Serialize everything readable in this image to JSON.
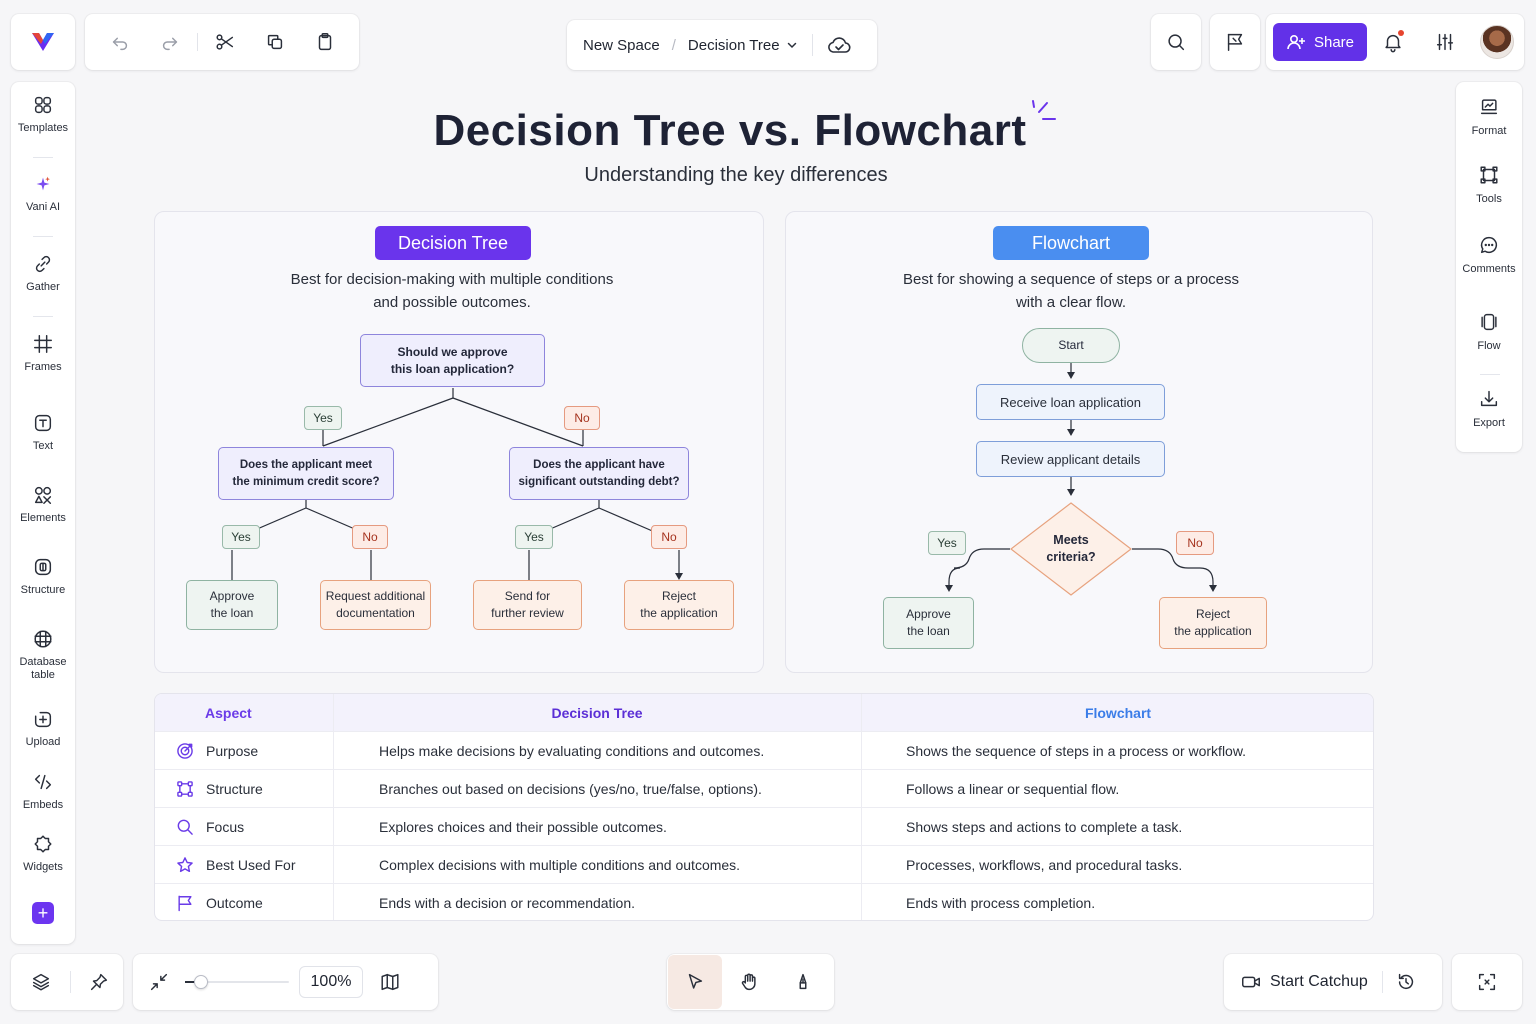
{
  "breadcrumb": {
    "space": "New Space",
    "separator": "/",
    "current": "Decision Tree"
  },
  "header": {
    "share_label": "Share"
  },
  "left_sidebar": [
    {
      "label": "Templates",
      "icon": "templates-icon"
    },
    {
      "label": "Vani AI",
      "icon": "sparkle-icon"
    },
    {
      "label": "Gather",
      "icon": "link-icon"
    },
    {
      "label": "Frames",
      "icon": "frame-icon"
    },
    {
      "label": "Text",
      "icon": "text-icon"
    },
    {
      "label": "Elements",
      "icon": "elements-icon"
    },
    {
      "label": "Structure",
      "icon": "structure-icon"
    },
    {
      "label": "Database\ntable",
      "icon": "database-table-icon"
    },
    {
      "label": "Upload",
      "icon": "upload-icon"
    },
    {
      "label": "Embeds",
      "icon": "embed-icon"
    },
    {
      "label": "Widgets",
      "icon": "widgets-icon"
    }
  ],
  "right_sidebar": [
    {
      "label": "Format",
      "icon": "format-icon"
    },
    {
      "label": "Tools",
      "icon": "tools-icon"
    },
    {
      "label": "Comments",
      "icon": "comment-icon"
    },
    {
      "label": "Flow",
      "icon": "flow-icon"
    },
    {
      "label": "Export",
      "icon": "export-icon"
    }
  ],
  "bottom_bar": {
    "zoom_value": "100%",
    "zoom_level": 0.1,
    "active_tool": "select",
    "catchup_label": "Start Catchup"
  },
  "canvas": {
    "title": "Decision Tree vs. Flowchart",
    "subtitle": "Understanding the key differences",
    "decision_tree": {
      "pill": "Decision Tree",
      "description_line1": "Best for decision-making with multiple conditions",
      "description_line2": "and possible outcomes.",
      "root": "Should we approve\nthis loan application?",
      "left_branch": "Yes",
      "right_branch": "No",
      "left_question": "Does the applicant meet\nthe minimum credit score?",
      "right_question": "Does the applicant have\nsignificant outstanding debt?",
      "ll_tag": "Yes",
      "lr_tag": "No",
      "rl_tag": "Yes",
      "rr_tag": "No",
      "outcome1": "Approve\nthe loan",
      "outcome2": "Request additional\ndocumentation",
      "outcome3": "Send for\nfurther review",
      "outcome4": "Reject\nthe application"
    },
    "flowchart": {
      "pill": "Flowchart",
      "description_line1": "Best for showing a sequence of steps or a process",
      "description_line2": "with a clear flow.",
      "start": "Start",
      "step1": "Receive loan application",
      "step2": "Review applicant details",
      "decision": "Meets\ncriteria?",
      "yes_tag": "Yes",
      "no_tag": "No",
      "approve": "Approve\nthe loan",
      "reject": "Reject\nthe application"
    },
    "comparison_table": {
      "headers": {
        "aspect": "Aspect",
        "decision_tree": "Decision Tree",
        "flowchart": "Flowchart"
      },
      "header_colors": {
        "aspect": "#6b3be8",
        "decision_tree": "#5b2fd6",
        "flowchart": "#3b7de8"
      },
      "rows": [
        {
          "aspect": "Purpose",
          "icon": "target-icon",
          "decision_tree": "Helps make decisions by evaluating conditions and outcomes.",
          "flowchart": "Shows the sequence of steps in a process or workflow."
        },
        {
          "aspect": "Structure",
          "icon": "structure-icon",
          "decision_tree": "Branches out based on decisions (yes/no, true/false, options).",
          "flowchart": "Follows a linear or sequential flow."
        },
        {
          "aspect": "Focus",
          "icon": "search-icon",
          "decision_tree": "Explores choices and their possible outcomes.",
          "flowchart": "Shows steps and actions to complete a task."
        },
        {
          "aspect": "Best Used For",
          "icon": "star-icon",
          "decision_tree": "Complex decisions with multiple conditions and outcomes.",
          "flowchart": "Processes, workflows, and procedural tasks."
        },
        {
          "aspect": "Outcome",
          "icon": "flag-icon",
          "decision_tree": "Ends with a decision or recommendation.",
          "flowchart": "Ends with process completion."
        }
      ]
    }
  },
  "colors": {
    "accent_purple": "#6231e8",
    "flowchart_blue": "#4a8ef0",
    "decision_tree_pill": "#6a34ec"
  }
}
